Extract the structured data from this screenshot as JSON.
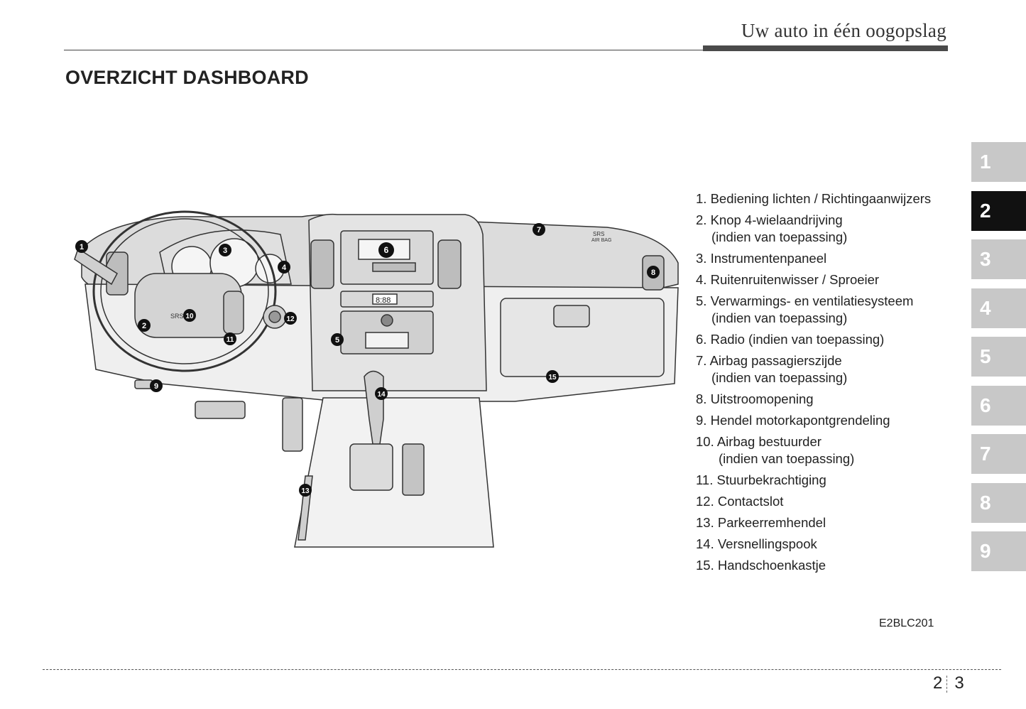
{
  "header": {
    "section_title": "Uw auto in één oogopslag"
  },
  "page": {
    "title": "OVERZICHT DASHBOARD"
  },
  "illustration": {
    "callouts": [
      "1",
      "2",
      "3",
      "4",
      "5",
      "6",
      "7",
      "8",
      "9",
      "10",
      "11",
      "12",
      "13",
      "14",
      "15"
    ],
    "srs_label": "SRS",
    "airbag_label": "AIR BAG",
    "clock_text": "8:88"
  },
  "legend": [
    {
      "n": "1.",
      "text": "Bediening lichten / Richtingaanwijzers",
      "sub": ""
    },
    {
      "n": "2.",
      "text": "Knop 4-wielaandrijving",
      "sub": "(indien van toepassing)"
    },
    {
      "n": "3.",
      "text": "Instrumentenpaneel",
      "sub": ""
    },
    {
      "n": "4.",
      "text": "Ruitenruitenwisser / Sproeier",
      "sub": ""
    },
    {
      "n": "5.",
      "text": "Verwarmings- en ventilatiesysteem",
      "sub": "(indien van toepassing)"
    },
    {
      "n": "6.",
      "text": "Radio (indien van toepassing)",
      "sub": ""
    },
    {
      "n": "7.",
      "text": "Airbag passagierszijde",
      "sub": "(indien van toepassing)"
    },
    {
      "n": "8.",
      "text": "Uitstroomopening",
      "sub": ""
    },
    {
      "n": "9.",
      "text": "Hendel motorkapontgrendeling",
      "sub": ""
    },
    {
      "n": "10.",
      "text": "Airbag bestuurder",
      "sub": "(indien van toepassing)"
    },
    {
      "n": "11.",
      "text": "Stuurbekrachtiging",
      "sub": ""
    },
    {
      "n": "12.",
      "text": "Contactslot",
      "sub": ""
    },
    {
      "n": "13.",
      "text": "Parkeerremhendel",
      "sub": ""
    },
    {
      "n": "14.",
      "text": "Versnellingspook",
      "sub": ""
    },
    {
      "n": "15.",
      "text": "Handschoenkastje",
      "sub": ""
    }
  ],
  "figure_code": "E2BLC201",
  "chapter_tabs": [
    {
      "label": "1",
      "active": false
    },
    {
      "label": "2",
      "active": true
    },
    {
      "label": "3",
      "active": false
    },
    {
      "label": "4",
      "active": false
    },
    {
      "label": "5",
      "active": false
    },
    {
      "label": "6",
      "active": false
    },
    {
      "label": "7",
      "active": false
    },
    {
      "label": "8",
      "active": false
    },
    {
      "label": "9",
      "active": false
    }
  ],
  "footer": {
    "chapter": "2",
    "page": "3"
  }
}
